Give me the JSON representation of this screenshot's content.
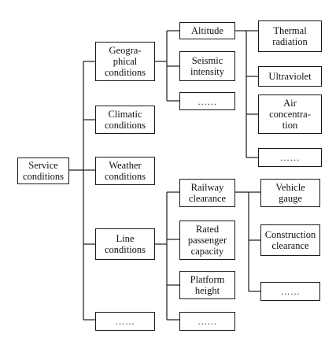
{
  "nodes": {
    "root": "Service\nconditions",
    "geographical": "Geogra-\nphical\nconditions",
    "climatic": "Climatic\nconditions",
    "weather": "Weather\nconditions",
    "line": "Line\nconditions",
    "level1_more": "……",
    "altitude": "Altitude",
    "seismic": "Seismic\nintensity",
    "geo_more": "……",
    "thermal": "Thermal\nradiation",
    "ultraviolet": "Ultraviolet",
    "air": "Air\nconcentra-\ntion",
    "climatic_more": "……",
    "railway": "Railway\nclearance",
    "rated": "Rated\npassenger\ncapacity",
    "platform": "Platform\nheight",
    "line_more": "……",
    "vehicle": "Vehicle\ngauge",
    "construction": "Construction\nclearance",
    "railway_more": "……"
  }
}
